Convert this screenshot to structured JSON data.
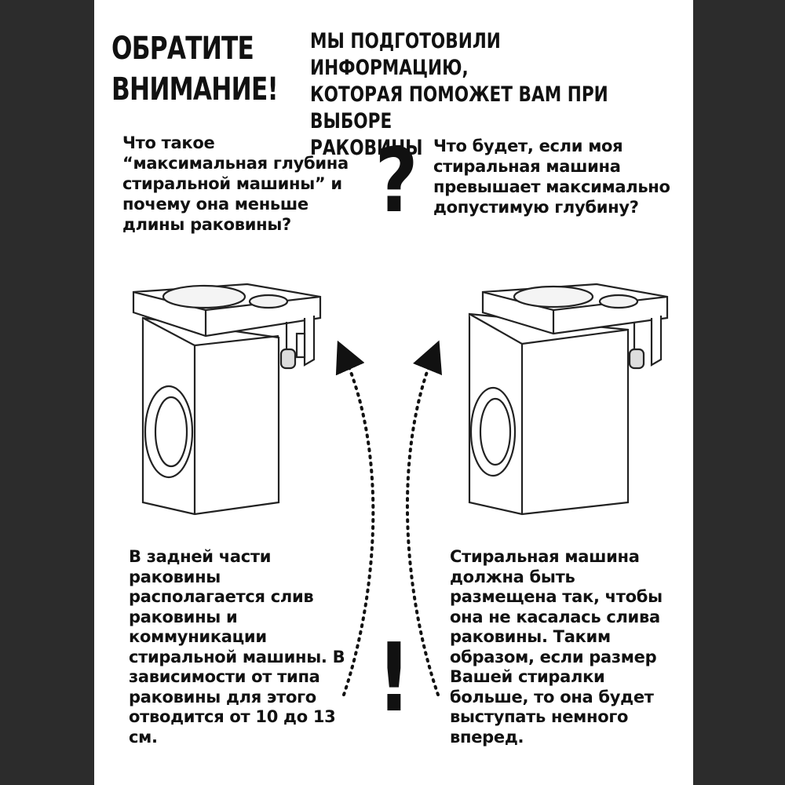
{
  "title": "ОБРАТИТЕ\nВНИМАНИЕ!",
  "intro": "МЫ ПОДГОТОВИЛИ ИНФОРМАЦИЮ,\nКОТОРАЯ ПОМОЖЕТ ВАМ ПРИ ВЫБОРЕ\nРАКОВИНЫ",
  "question_left": "Что такое\n“максимальная  глубина\nстиральной машины” и\nпочему она меньше\nдлины раковины?",
  "question_right": "Что будет, если моя\nстиральная машина\nпревышает максимально\nдопустимую глубину?",
  "question_mark": "?",
  "exclamation_mark": "!",
  "note_left": "В задней части\nраковины\nрасполагается слив\nраковины и\nкоммуникации\nстиральной машины. В\nзависимости от типа\nраковины для этого\nотводится от 10 до 13\nсм.",
  "note_right": "Стиральная машина\nдолжна быть\nразмещена так, чтобы\nона не касалась слива\nраковины. Таким\nобразом, если размер\nВашей стиралки\nбольше, то она будет\nвыступать немного\nвперед.",
  "icons": [
    "washing-machine-under-sink-illustration",
    "washing-machine-protruding-illustration",
    "dotted-arrow-left",
    "dotted-arrow-right"
  ],
  "colors": {
    "background": "#2c2c2c",
    "page": "#ffffff",
    "ink": "#111111"
  }
}
